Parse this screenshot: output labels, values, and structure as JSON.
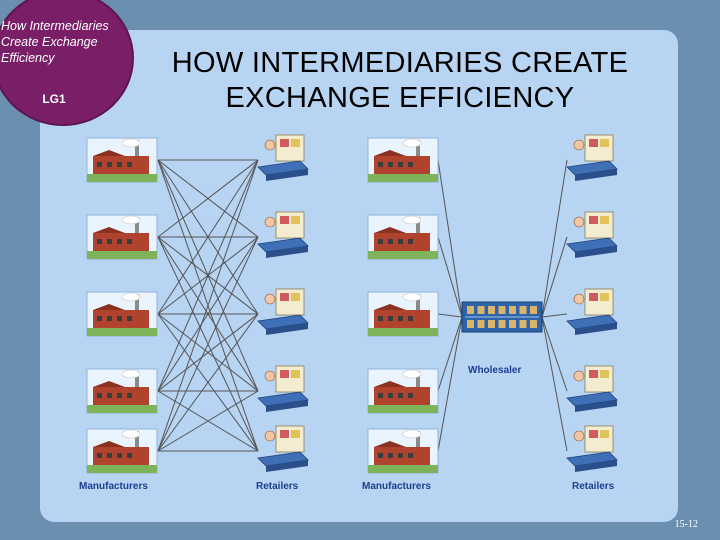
{
  "slide": {
    "badge_text": "How Intermediaries Create Exchange Efficiency",
    "badge_code": "LG1",
    "title": "HOW INTERMEDIARIES CREATE EXCHANGE EFFICIENCY",
    "page_number": "15-12"
  },
  "diagram": {
    "left": {
      "manufacturers_label": "Manufacturers",
      "retailers_label": "Retailers",
      "manufacturer_count": 5,
      "retailer_count": 5
    },
    "right": {
      "manufacturers_label": "Manufacturers",
      "retailers_label": "Retailers",
      "wholesaler_label": "Wholesaler",
      "manufacturer_count": 5,
      "retailer_count": 5
    }
  },
  "colors": {
    "background": "#6a8fb0",
    "panel": "#b7d4f2",
    "badge": "#7a1f67",
    "label": "#1b3f8f",
    "line": "#555555"
  }
}
